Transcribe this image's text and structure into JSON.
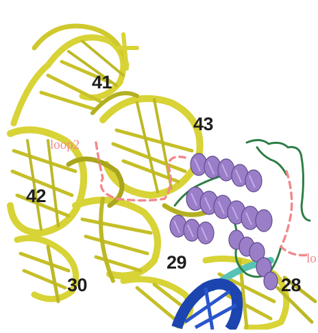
{
  "figure": {
    "helix_labels": {
      "h41": "41",
      "h42": "42",
      "h43": "43",
      "h29": "29",
      "h30": "30",
      "h28": "28"
    },
    "loop_labels": {
      "loop2": "loop2",
      "loop_right": "lo"
    },
    "colors": {
      "rna": "#d8d336",
      "rna_shadow": "#8f8a16",
      "protein_helix": "#9a7ec8",
      "protein_shadow": "#5f4a8c",
      "protein_coil": "#2f7d46",
      "blue_rna": "#1d45b0",
      "cyan_strand": "#57c3b4",
      "loop_dashes": "#f2898c",
      "label_text": "#1e1e1e"
    }
  }
}
